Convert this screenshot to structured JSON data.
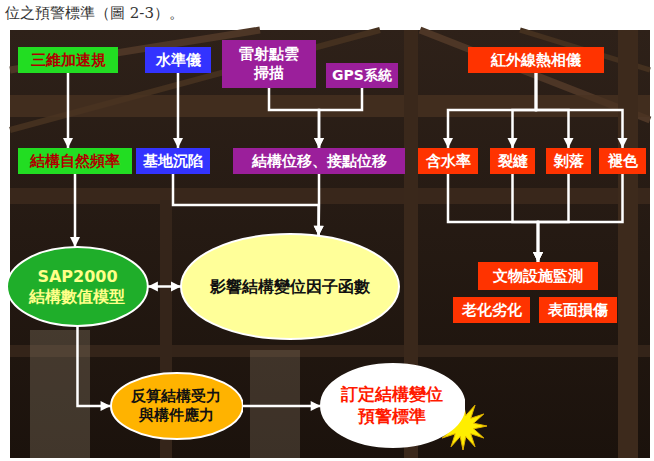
{
  "diagram": {
    "nodes": [
      {
        "text": [
          "三維加速規"
        ]
      },
      {
        "text": [
          "水準儀"
        ]
      },
      {
        "text": [
          "雷射點雲 掃描"
        ]
      },
      {
        "text": [
          "GPS系統"
        ]
      },
      {
        "text": [
          "紅外線熱相儀"
        ]
      },
      {
        "text": [
          "結構自然頻率"
        ]
      },
      {
        "text": [
          "基地沉陷"
        ]
      },
      {
        "text": [
          "結構位移、接點位移"
        ]
      },
      {
        "text": [
          "含水率"
        ]
      },
      {
        "text": [
          "裂縫"
        ]
      },
      {
        "text": [
          "剝落"
        ]
      },
      {
        "text": [
          "褪色"
        ]
      },
      {
        "text": [
          "SAP2000 結構數值模型"
        ]
      },
      {
        "text": [
          "影響結構變位因子函數"
        ]
      },
      {
        "text": [
          "文物設施監測"
        ]
      },
      {
        "text": [
          "老化劣化"
        ]
      },
      {
        "text": [
          "表面損傷"
        ]
      },
      {
        "text": [
          "反算結構受力 與構件應力"
        ]
      },
      {
        "text": [
          "訂定結構變位 預警標準"
        ]
      }
    ],
    "edges": [
      {
        "from": 0,
        "to": 5,
        "arrow": "to"
      },
      {
        "from": 1,
        "to": 6,
        "arrow": "to"
      },
      {
        "from": 2,
        "to": 7,
        "arrow": "to"
      },
      {
        "from": 3,
        "to": 7,
        "arrow": "to"
      },
      {
        "from": 4,
        "to": 8,
        "arrow": "to"
      },
      {
        "from": 4,
        "to": 9,
        "arrow": "to"
      },
      {
        "from": 4,
        "to": 10,
        "arrow": "to"
      },
      {
        "from": 4,
        "to": 11,
        "arrow": "to"
      },
      {
        "from": 5,
        "to": 12,
        "arrow": "to"
      },
      {
        "from": 6,
        "to": 13,
        "arrow": "to"
      },
      {
        "from": 7,
        "to": 13,
        "arrow": "to"
      },
      {
        "from": 12,
        "to": 13,
        "arrow": "both"
      },
      {
        "from": 8,
        "to": 14,
        "arrow": "to"
      },
      {
        "from": 9,
        "to": 14,
        "arrow": "to"
      },
      {
        "from": 10,
        "to": 14,
        "arrow": "to"
      },
      {
        "from": 11,
        "to": 14,
        "arrow": "to"
      },
      {
        "from": 12,
        "to": 17,
        "arrow": "to"
      },
      {
        "from": 17,
        "to": 18,
        "arrow": "to"
      }
    ],
    "labels": [
      "位之預警標準（圖 2-3）。"
    ]
  }
}
